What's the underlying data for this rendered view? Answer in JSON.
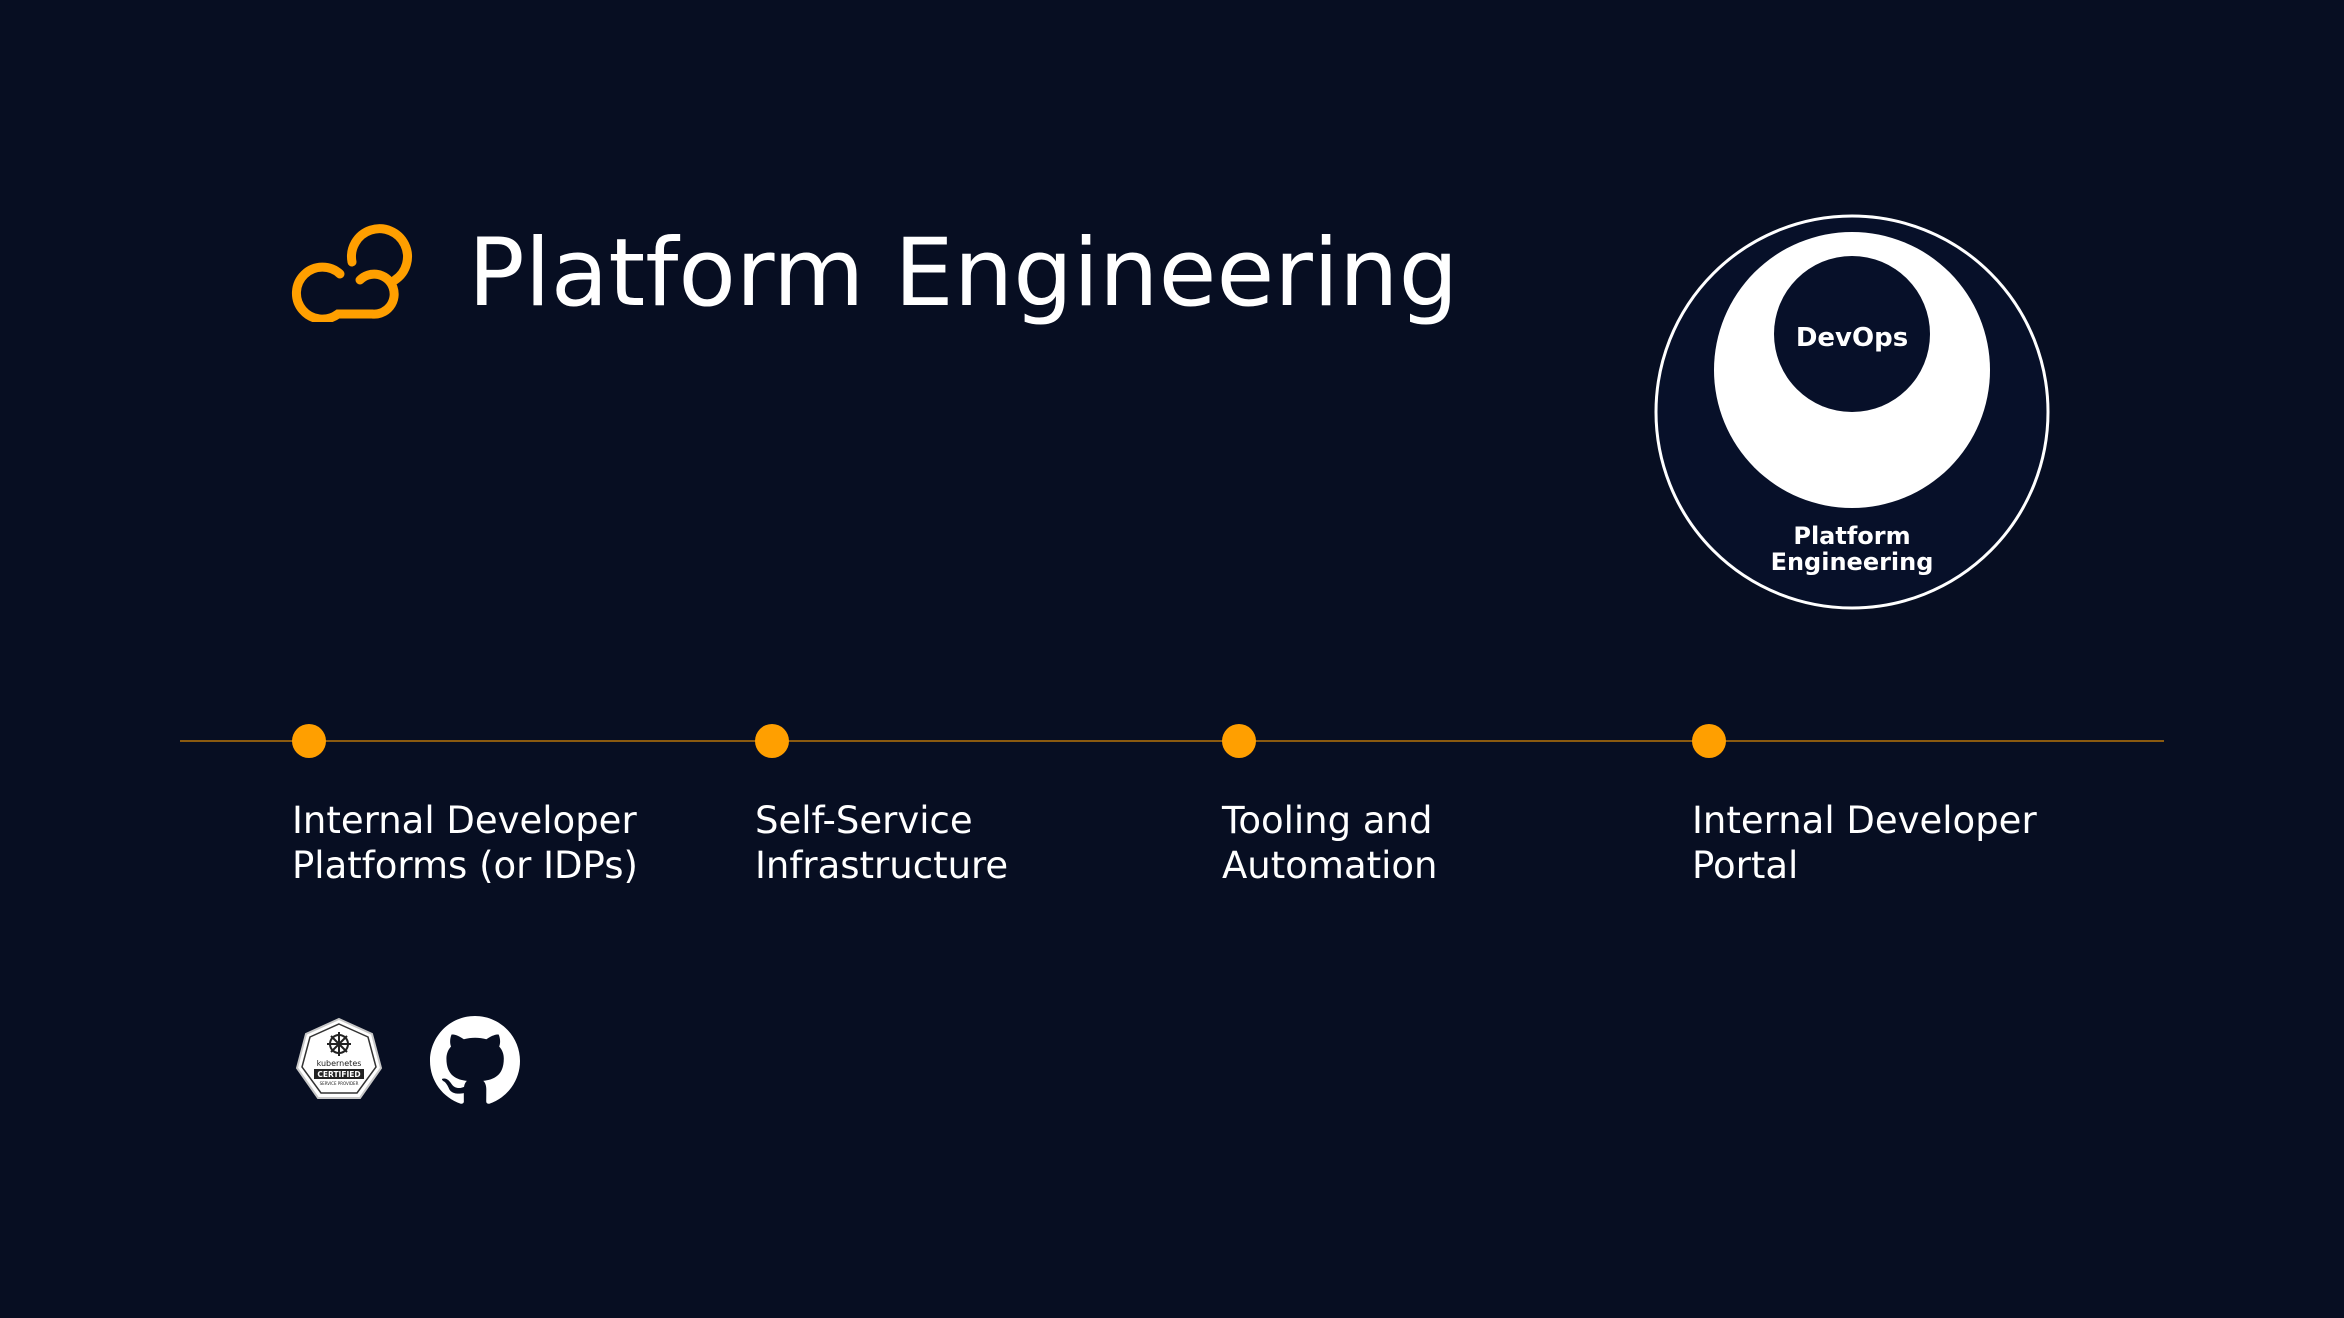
{
  "header": {
    "title": "Platform Engineering",
    "logo_icon": "cloud-infinity-icon",
    "accent_color": "#ff9f00"
  },
  "venn": {
    "inner_label": "DevOps",
    "outer_label_line1": "Platform",
    "outer_label_line2": "Engineering"
  },
  "timeline": {
    "steps": [
      {
        "line1": "Internal Developer",
        "line2": "Platforms (or IDPs)"
      },
      {
        "line1": "Self-Service",
        "line2": "Infrastructure"
      },
      {
        "line1": "Tooling and",
        "line2": "Automation"
      },
      {
        "line1": "Internal Developer",
        "line2": "Portal"
      }
    ]
  },
  "badges": {
    "kubernetes": {
      "icon": "kubernetes-certified-badge-icon",
      "text_top": "kubernetes",
      "text_mid": "CERTIFIED",
      "text_bottom": "SERVICE PROVIDER"
    },
    "github": {
      "icon": "github-icon"
    }
  },
  "colors": {
    "background": "#070e22",
    "accent": "#ff9f00",
    "text": "#ffffff"
  }
}
